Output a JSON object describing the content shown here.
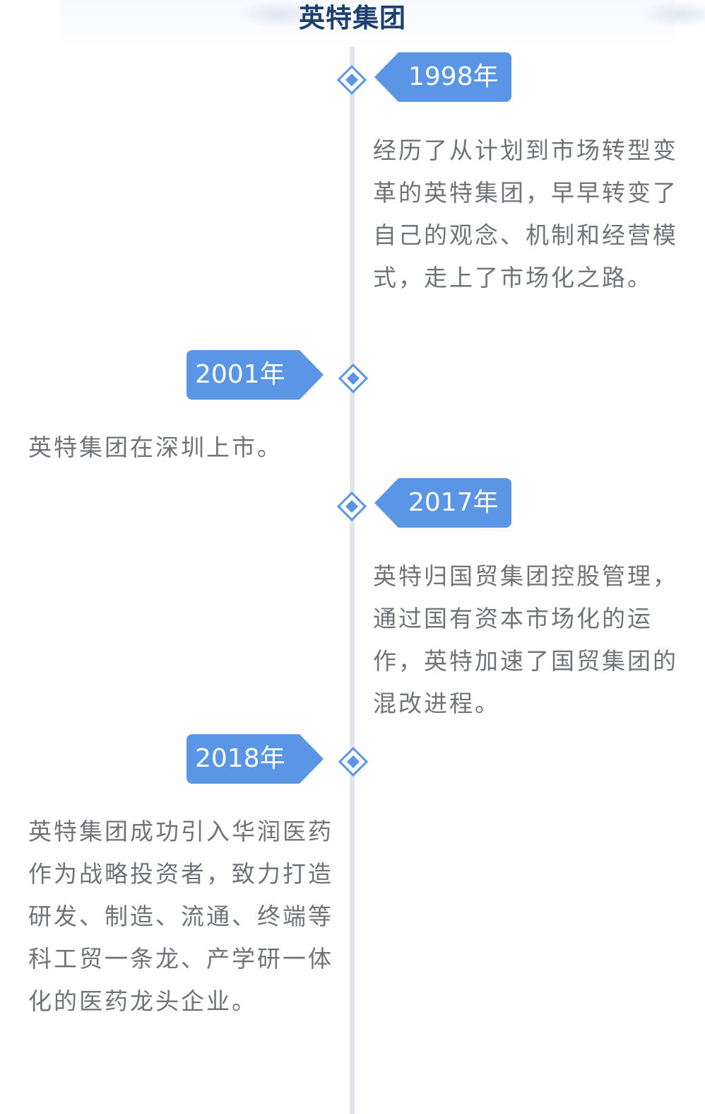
{
  "header": {
    "title": "英特集团"
  },
  "colors": {
    "title": "#1d3f6e",
    "accent": "#5b95e6",
    "timeline": "#e2e6ec",
    "body_text": "#707478"
  },
  "timeline": {
    "events": [
      {
        "year": "1998年",
        "side": "right",
        "description": "经历了从计划到市场转型变革的英特集团，早早转变了自己的观念、机制和经营模式，走上了市场化之路。"
      },
      {
        "year": "2001年",
        "side": "left",
        "description": "英特集团在深圳上市。"
      },
      {
        "year": "2017年",
        "side": "right",
        "description": "英特归国贸集团控股管理，通过国有资本市场化的运作，英特加速了国贸集团的混改进程。"
      },
      {
        "year": "2018年",
        "side": "left",
        "description": "英特集团成功引入华润医药作为战略投资者，致力打造研发、制造、流通、终端等科工贸一条龙、产学研一体化的医药龙头企业。"
      }
    ]
  }
}
